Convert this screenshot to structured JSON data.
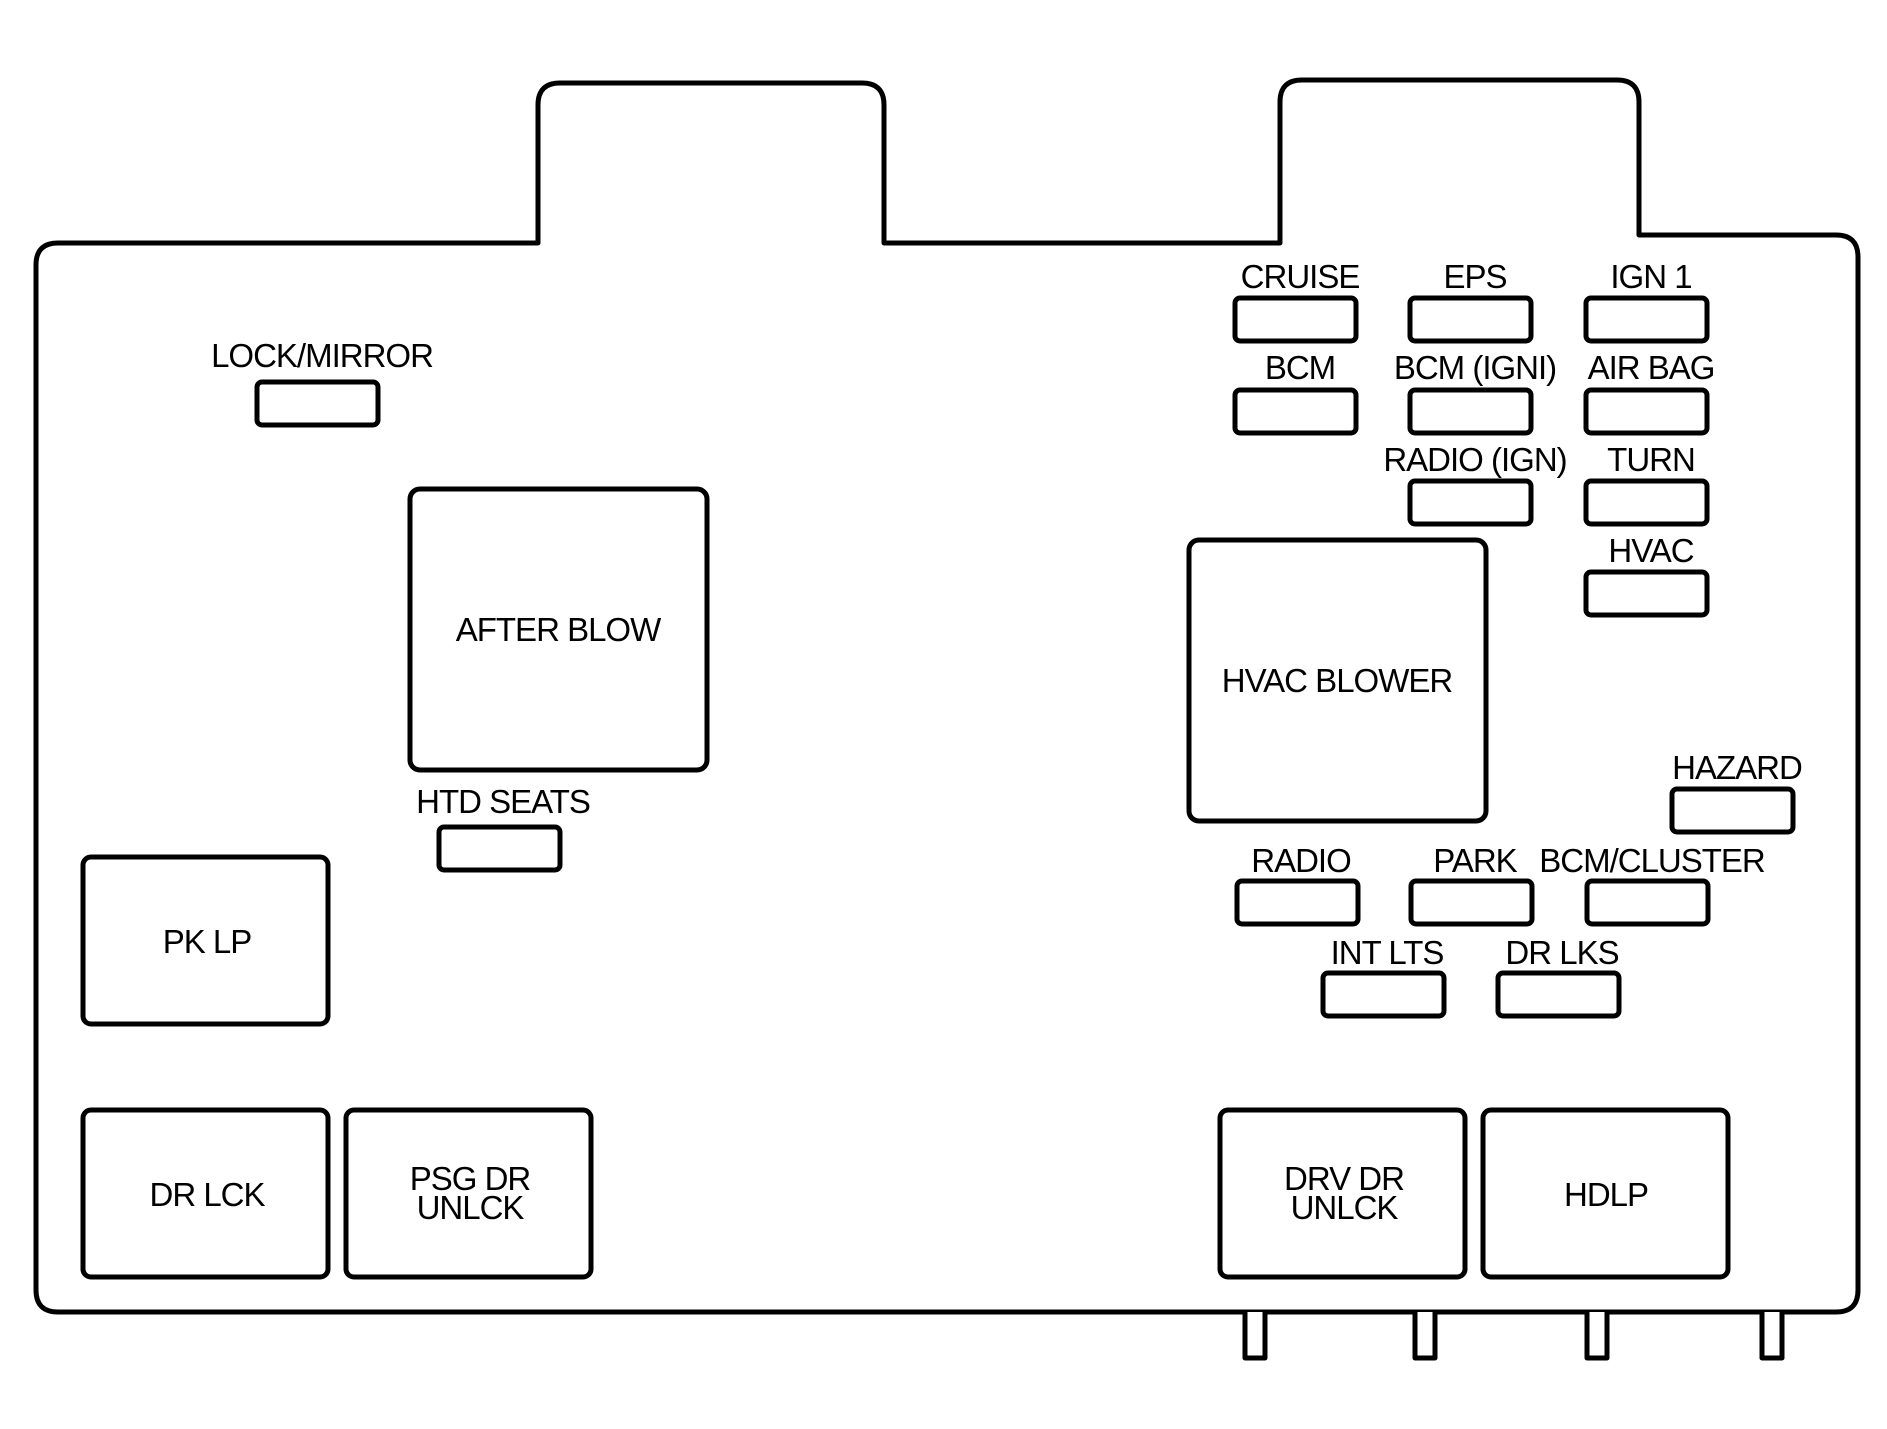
{
  "colors": {
    "line": "#000000",
    "background": "#ffffff"
  },
  "labels": {
    "lock_mirror": "LOCK/MIRROR",
    "after_blow": "AFTER BLOW",
    "htd_seats": "HTD SEATS",
    "pk_lp": "PK LP",
    "dr_lck": "DR LCK",
    "psg_dr_unlck_line1": "PSG DR",
    "psg_dr_unlck_line2": "UNLCK",
    "cruise": "CRUISE",
    "eps": "EPS",
    "ign_1": "IGN 1",
    "bcm": "BCM",
    "bcm_igni": "BCM (IGNI)",
    "air_bag": "AIR BAG",
    "radio_ign": "RADIO (IGN)",
    "turn": "TURN",
    "hvac": "HVAC",
    "hvac_blower": "HVAC BLOWER",
    "hazard": "HAZARD",
    "radio": "RADIO",
    "park": "PARK",
    "bcm_cluster": "BCM/CLUSTER",
    "int_lts": "INT LTS",
    "dr_lks": "DR LKS",
    "drv_dr_unlck_line1": "DRV DR",
    "drv_dr_unlck_line2": "UNLCK",
    "hdlp": "HDLP"
  }
}
